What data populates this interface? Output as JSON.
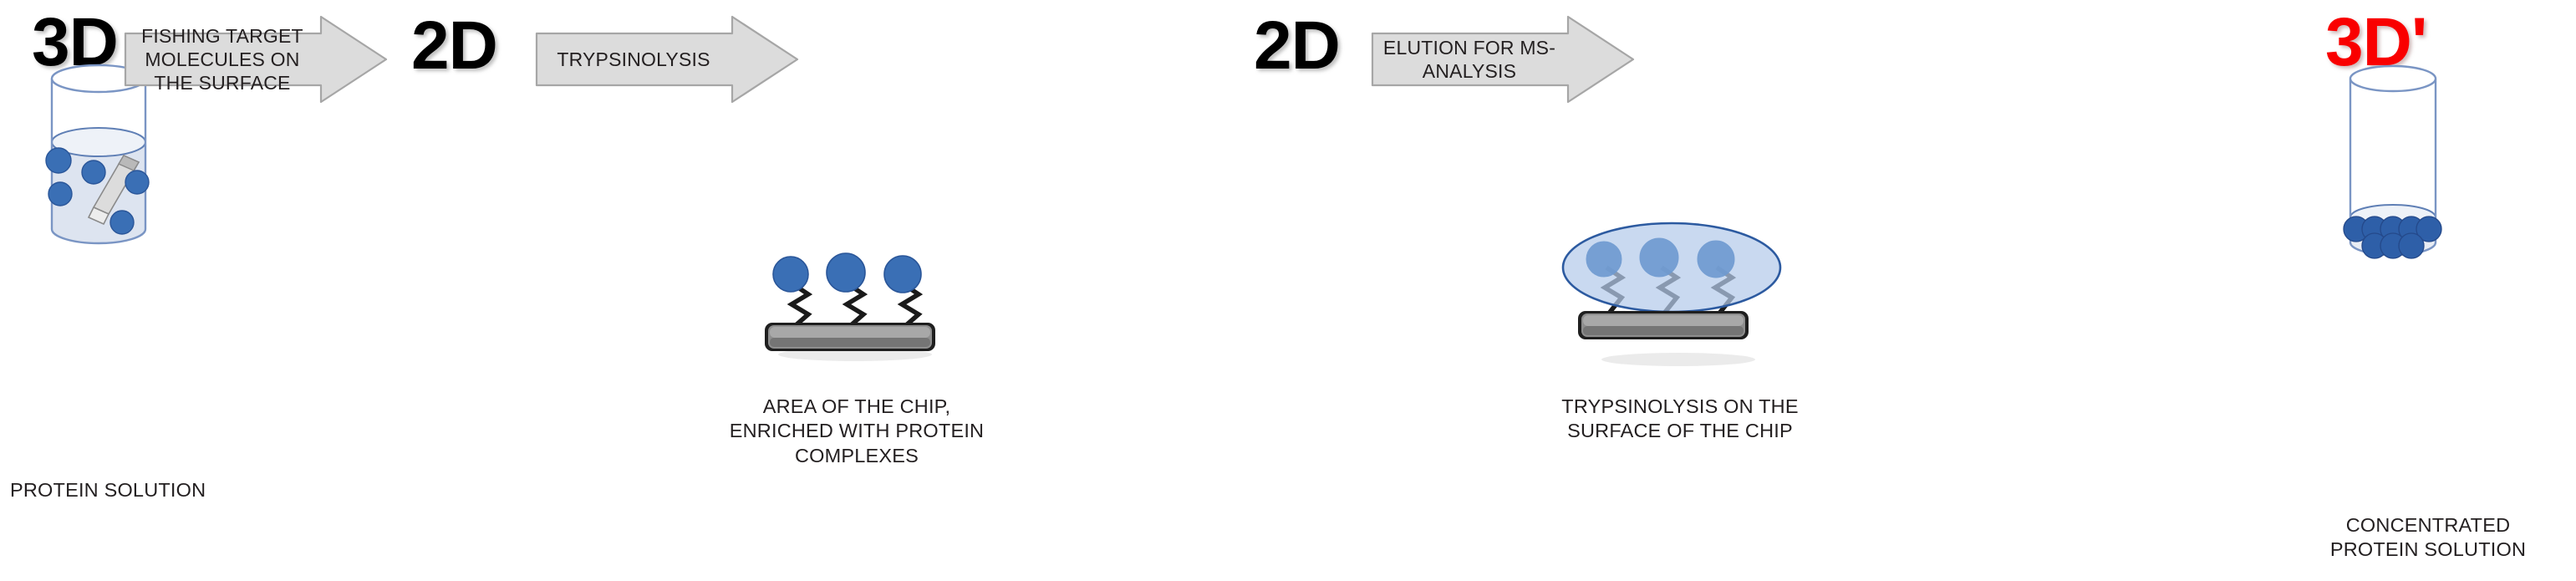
{
  "diagram": {
    "title": "Protein fishing / chip enrichment workflow",
    "background": "#ffffff",
    "colors": {
      "protein_blue": "#3a6fb5",
      "protein_blue_dark": "#2a5699",
      "tube_outline": "#7a95c4",
      "liquid_fill": "#dde4f0",
      "chip_grey_light": "#b9b9b9",
      "chip_grey_dark": "#6f6f6f",
      "arrow_fill": "#dcdcdc",
      "arrow_stroke": "#a6a6a6",
      "ellipse_fill": "#b4caea",
      "ellipse_stroke": "#2c5aa0",
      "label_black": "#000000",
      "label_red": "#f90000",
      "text": "#231f20"
    },
    "steps": [
      {
        "id": "step-1",
        "stage_label": "3D",
        "stage_label_color": "#000000",
        "caption": "PROTEIN SOLUTION",
        "figure": "tube-with-dispersed-proteins",
        "protein_count": 6,
        "has_chip": true
      },
      {
        "id": "step-2",
        "stage_label": "2D",
        "stage_label_color": "#000000",
        "caption": "AREA OF THE CHIP,\nENRICHED WITH PROTEIN\nCOMPLEXES",
        "figure": "chip-with-tethered-proteins",
        "protein_count": 3,
        "has_chip": true
      },
      {
        "id": "step-3",
        "stage_label": "2D",
        "stage_label_color": "#000000",
        "caption": "TRYPSINOLYSIS ON THE\nSURFACE OF THE CHIP",
        "figure": "chip-with-droplet-over-proteins",
        "protein_count": 3,
        "has_chip": true
      },
      {
        "id": "step-4",
        "stage_label": "3D'",
        "stage_label_color": "#f90000",
        "caption": "CONCENTRATED\nPROTEIN SOLUTION",
        "figure": "tube-with-concentrated-proteins",
        "protein_count": 9,
        "has_chip": false
      }
    ],
    "arrows": [
      {
        "id": "arrow-1",
        "label": "FISHING TARGET\nMOLECULES ON THE\nSURFACE"
      },
      {
        "id": "arrow-2",
        "label": "TRYPSINOLYSIS"
      },
      {
        "id": "arrow-3",
        "label": "ELUTION FOR MS-\nANALYSIS"
      }
    ]
  }
}
